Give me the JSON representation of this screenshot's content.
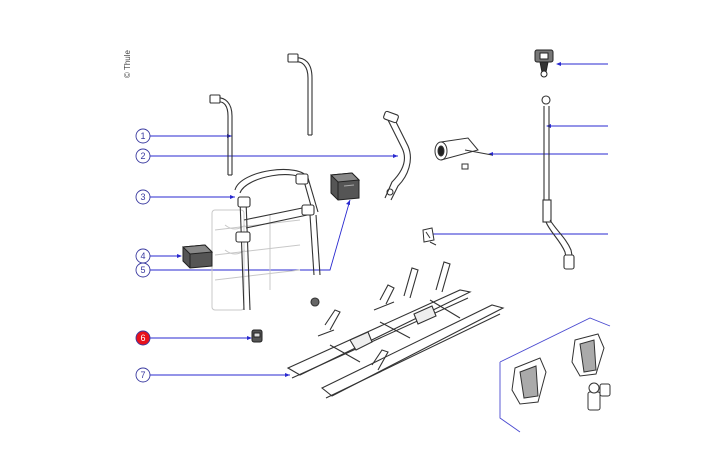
{
  "copyright": "© Thule",
  "callouts": [
    {
      "label": "1",
      "active": false
    },
    {
      "label": "2",
      "active": false
    },
    {
      "label": "3",
      "active": false
    },
    {
      "label": "4",
      "active": false
    },
    {
      "label": "5",
      "active": false
    },
    {
      "label": "6",
      "active": true
    },
    {
      "label": "7",
      "active": false
    }
  ],
  "colors": {
    "leader": "#2a2ad0",
    "callout_ring": "#3a3aa0",
    "active_fill": "#e8121c",
    "part_stroke": "#333333",
    "ghost_stroke": "#c8c8c8"
  }
}
